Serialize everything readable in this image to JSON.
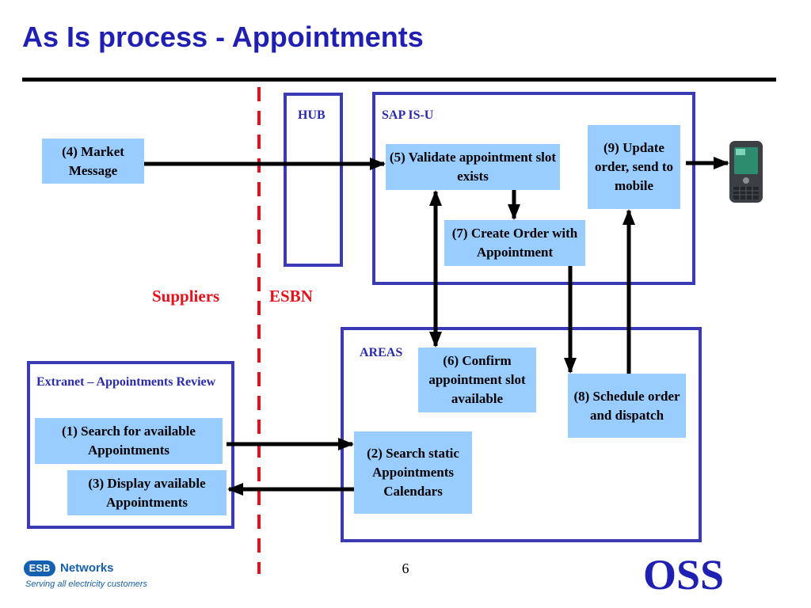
{
  "title": "As Is process - Appointments",
  "containers": {
    "hub": "HUB",
    "sap": "SAP IS-U",
    "areas": "AREAS",
    "extranet": "Extranet – Appointments Review"
  },
  "boxes": {
    "b1": "(1) Search for available Appointments",
    "b2": "(2) Search static Appointments Calendars",
    "b3": "(3) Display available Appointments",
    "b4": "(4) Market Message",
    "b5": "(5) Validate appointment slot exists",
    "b6": "(6) Confirm appointment slot available",
    "b7": "(7) Create Order with Appointment",
    "b8": "(8) Schedule order and dispatch",
    "b9": "(9) Update order, send to mobile"
  },
  "sides": {
    "suppliers": "Suppliers",
    "esbn": "ESBN"
  },
  "footer": {
    "page_number": "6",
    "brand": "OSS",
    "logo_mark": "ESB",
    "logo_name": "Networks",
    "logo_tagline": "Serving all electricity customers"
  },
  "colors": {
    "title": "#1f1fb4",
    "box_fill": "#99ccff",
    "container_border": "#3a3ab4",
    "divider": "#e8101a"
  },
  "icons": {
    "device": "mobile-handheld-icon"
  }
}
